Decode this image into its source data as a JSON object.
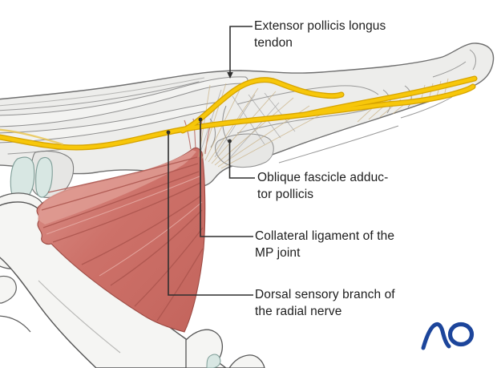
{
  "figure": {
    "kind": "anatomical-illustration",
    "background": "#ffffff"
  },
  "labels": {
    "epl": {
      "line1": "Extensor pollicis longus",
      "line2": "tendon"
    },
    "oblique": {
      "line1": "Oblique fascicle adduc-",
      "line2": "tor pollicis"
    },
    "collateral": {
      "line1": "Collateral ligament of the",
      "line2": "MP joint"
    },
    "dorsal": {
      "line1": "Dorsal sensory branch of",
      "line2": "the radial nerve"
    }
  },
  "logo": {
    "text": "AO",
    "color": "#1c459b"
  },
  "palette": {
    "nerve_yellow": "#f7c70a",
    "nerve_outline": "#d7a400",
    "muscle_red": "#cd7169",
    "muscle_stripe": "#ab544d",
    "bone_fill": "#f5f5f3",
    "tissue_gray": "#ededeb",
    "cartilage_blue": "#d8e7e3",
    "outline_gray": "#6f6f6f",
    "leader_line": "#2f2f2f",
    "label_text": "#1d1d1d"
  }
}
